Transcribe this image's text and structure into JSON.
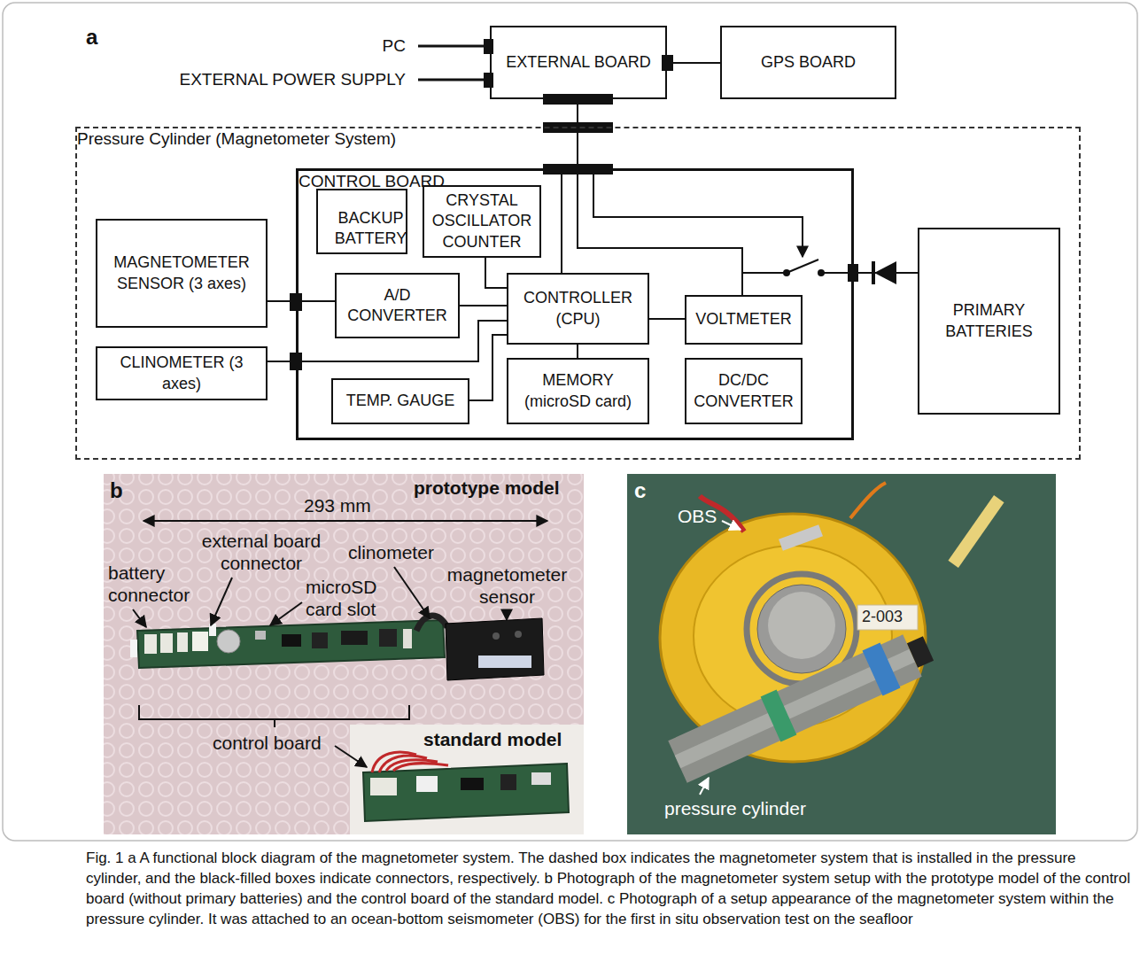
{
  "diagram": {
    "caption": "Fig. 1 a A functional block diagram of the magnetometer system. The dashed box indicates the magnetometer system that is installed in the pressure cylinder, and the black-filled boxes indicate connectors, respectively. b Photograph of the magnetometer system setup with the prototype model of the control board (without primary batteries) and the control board of the standard model. c Photograph of a setup appearance of the magnetometer system within the pressure cylinder. It was attached to an ocean-bottom seismometer (OBS) for the first in situ observation test on the seafloor",
    "nodes": [
      {
        "text": [
          "EXTERNAL BOARD"
        ]
      },
      {
        "text": [
          "GPS BOARD"
        ]
      },
      {
        "text": [
          "Pressure Cylinder (Magnetometer System)"
        ]
      },
      {
        "text": [
          "CONTROL BOARD"
        ],
        "in": 2
      },
      {
        "text": [
          "BACKUP BATTERY"
        ],
        "in": 3
      },
      {
        "text": [
          "CRYSTAL OSCILLATOR COUNTER"
        ],
        "in": 3
      },
      {
        "text": [
          "MAGNETOMETER SENSOR (3 axes)"
        ],
        "in": 2
      },
      {
        "text": [
          "A/D CONVERTER"
        ],
        "in": 3
      },
      {
        "text": [
          "CONTROLLER (CPU)"
        ],
        "in": 3
      },
      {
        "text": [
          "VOLTMETER"
        ],
        "in": 3
      },
      {
        "text": [
          "PRIMARY BATTERIES"
        ]
      },
      {
        "text": [
          "CLINOMETER (3 axes)"
        ],
        "in": 2
      },
      {
        "text": [
          "TEMP. GAUGE"
        ],
        "in": 3
      },
      {
        "text": [
          "MEMORY (microSD card)"
        ],
        "in": 3
      },
      {
        "text": [
          "DC/DC CONVERTER"
        ],
        "in": 3
      }
    ],
    "edges": [
      {
        "from": 0,
        "to": 1,
        "arrow": "none"
      },
      {
        "from": 0,
        "to": 8,
        "arrow": "none"
      },
      {
        "from": 0,
        "to": 9,
        "arrow": "none"
      },
      {
        "from": 6,
        "to": 7,
        "arrow": "none"
      },
      {
        "from": 7,
        "to": 8,
        "arrow": "none"
      },
      {
        "from": 5,
        "to": 8,
        "arrow": "none"
      },
      {
        "from": 11,
        "to": 8,
        "arrow": "none"
      },
      {
        "from": 12,
        "to": 8,
        "arrow": "none"
      },
      {
        "from": 8,
        "to": 13,
        "arrow": "none"
      },
      {
        "from": 8,
        "to": 9,
        "arrow": "none"
      },
      {
        "from": 9,
        "to": 10,
        "arrow": "none"
      }
    ],
    "labels": [
      "PC",
      "EXTERNAL POWER SUPPLY",
      "a",
      "b",
      "prototype model",
      "293 mm",
      "external board connector",
      "battery connector",
      "microSD card slot",
      "clinometer",
      "magnetometer sensor",
      "control board",
      "standard model",
      "c",
      "OBS",
      "2-003",
      "pressure cylinder"
    ]
  }
}
